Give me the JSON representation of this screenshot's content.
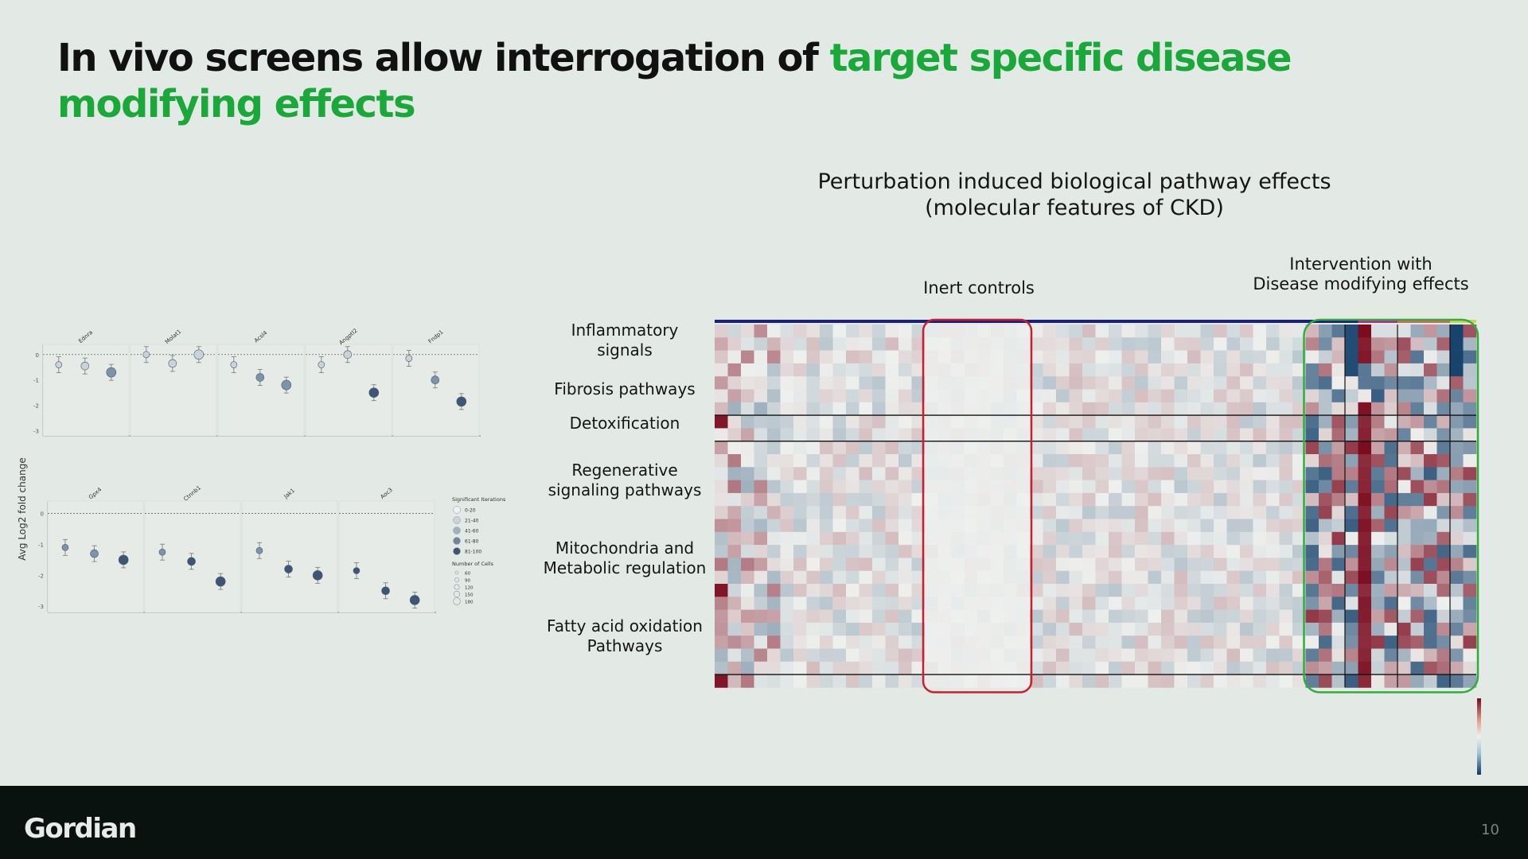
{
  "title": {
    "plain": "In vivo screens allow interrogation of ",
    "accent": "target specific disease modifying effects"
  },
  "colors": {
    "accent": "#1aa83a",
    "background": "#e3e9e4",
    "footer": "#0a1210",
    "inert_box": "#c8202e",
    "disease_box": "#2fae3a"
  },
  "heatmap_header": {
    "line1": "Perturbation induced biological pathway effects",
    "line2": "(molecular features of CKD)"
  },
  "annotations": {
    "inert_controls": "Inert controls",
    "intervention_line1": "Intervention with",
    "intervention_line2": "Disease modifying effects"
  },
  "pathways": [
    {
      "l1": "Inflammatory",
      "l2": "signals"
    },
    {
      "l1": "Fibrosis pathways",
      "l2": ""
    },
    {
      "l1": "Detoxification",
      "l2": ""
    },
    {
      "l1": "Regenerative",
      "l2": "signaling pathways"
    },
    {
      "l1": "Mitochondria and",
      "l2": "Metabolic regulation"
    },
    {
      "l1": "Fatty acid oxidation",
      "l2": "Pathways"
    }
  ],
  "footer": {
    "logo": "Gordian",
    "page": "10"
  },
  "chart_data": [
    {
      "type": "scatter",
      "ylabel": "Avg Log2 fold change",
      "panels": [
        {
          "gene": "Ednra",
          "x": [
            1,
            2,
            3
          ],
          "y": [
            -0.4,
            -0.45,
            -0.7
          ]
        },
        {
          "gene": "Molat1",
          "x": [
            1,
            2,
            3
          ],
          "y": [
            0,
            -0.35,
            0
          ]
        },
        {
          "gene": "Acsl4",
          "x": [
            1,
            2,
            3
          ],
          "y": [
            -0.4,
            -0.9,
            -1.2
          ]
        },
        {
          "gene": "Angptl2",
          "x": [
            1,
            2,
            3
          ],
          "y": [
            -0.4,
            0,
            -1.5
          ]
        },
        {
          "gene": "Fndp1",
          "x": [
            1,
            2,
            3
          ],
          "y": [
            -0.15,
            -1.0,
            -1.85
          ]
        },
        {
          "gene": "Gpx4",
          "x": [
            1,
            2,
            3
          ],
          "y": [
            -1.1,
            -1.3,
            -1.5
          ]
        },
        {
          "gene": "Ctnnb1",
          "x": [
            1,
            2,
            3
          ],
          "y": [
            -1.25,
            -1.55,
            -2.2
          ]
        },
        {
          "gene": "Jak1",
          "x": [
            1,
            2,
            3
          ],
          "y": [
            -1.2,
            -1.8,
            -2.0
          ]
        },
        {
          "gene": "Aoc3",
          "x": [
            1,
            2,
            3
          ],
          "y": [
            -1.85,
            -2.5,
            -2.8
          ]
        }
      ],
      "legend": {
        "size_title": "Significant Iterations",
        "size_labels": [
          "0-20",
          "21-40",
          "41-60",
          "61-80",
          "81-100"
        ],
        "cells_title": "Number of Cells",
        "cells_labels": [
          "60",
          "90",
          "120",
          "150",
          "180"
        ]
      }
    },
    {
      "type": "heatmap",
      "rows": 28,
      "cols": 58,
      "inert_control_cols": [
        16,
        23
      ],
      "disease_modifying_cols": [
        45,
        57
      ],
      "row_group_lines": [
        7,
        9,
        27
      ]
    }
  ]
}
